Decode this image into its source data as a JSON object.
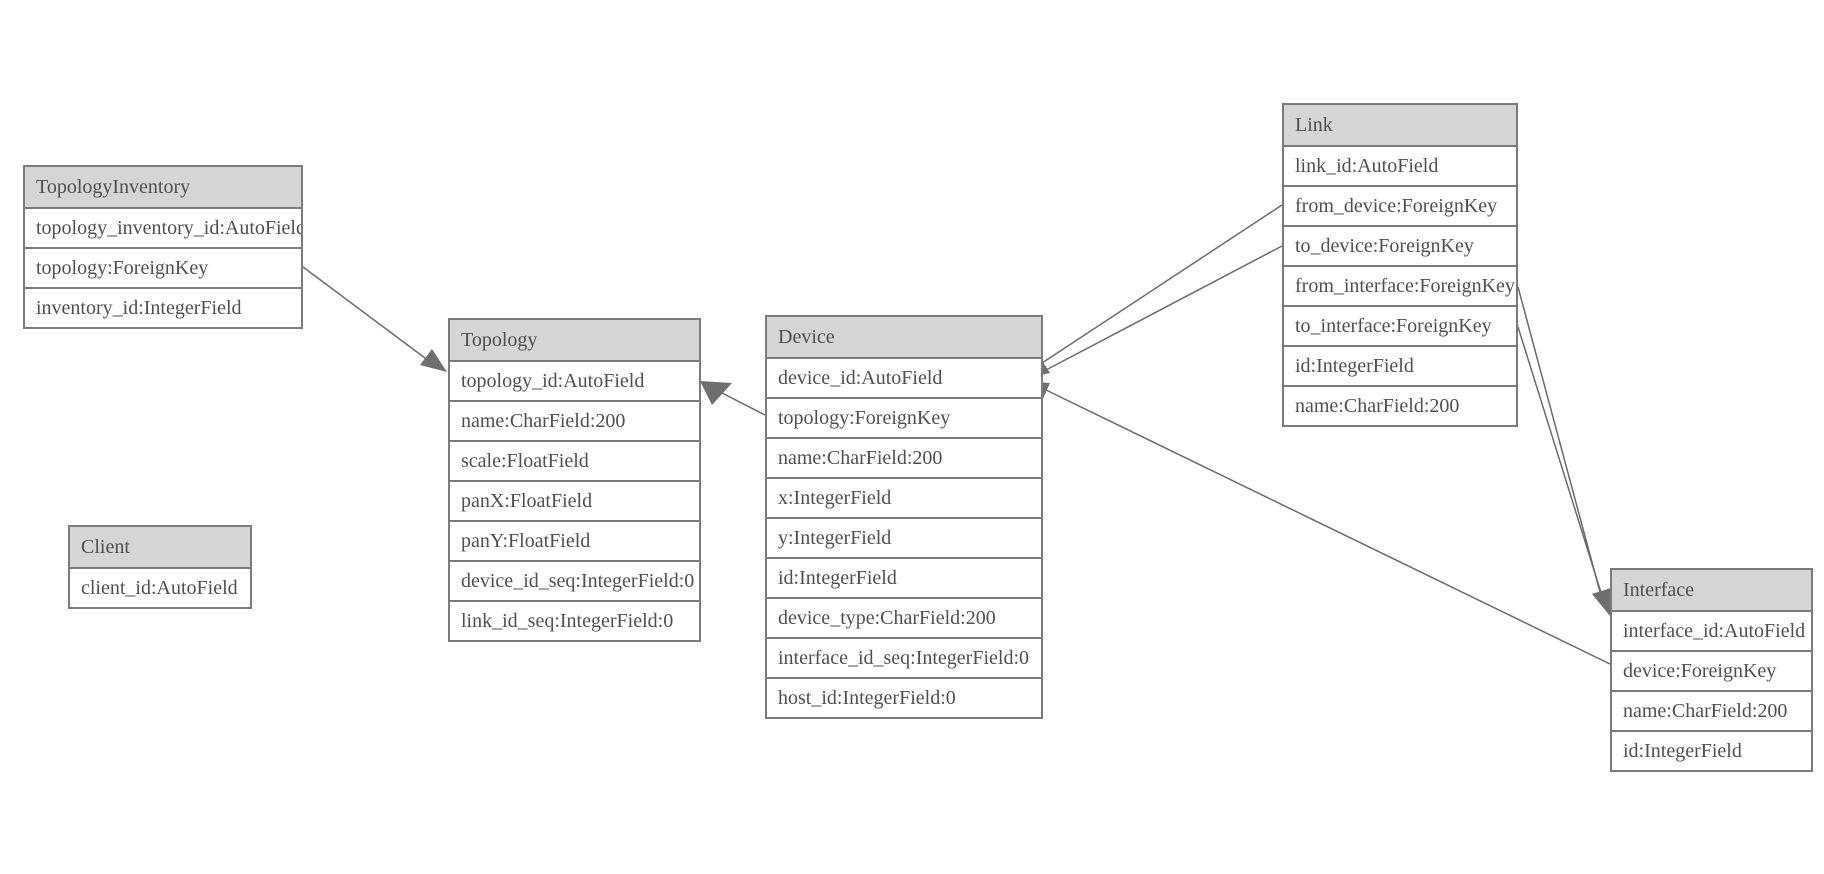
{
  "colors": {
    "background": "#ffffff",
    "header_fill": "#d5d5d5",
    "row_fill": "#ffffff",
    "border": "#7b7b7b",
    "text": "#4f4f4f",
    "edge_line": "#6a6a6a",
    "arrowhead_fill": "#6f6f6f"
  },
  "entities": [
    {
      "name": "TopologyInventory",
      "fields": [
        "topology_inventory_id:AutoField",
        "topology:ForeignKey",
        "inventory_id:IntegerField"
      ]
    },
    {
      "name": "Topology",
      "fields": [
        "topology_id:AutoField",
        "name:CharField:200",
        "scale:FloatField",
        "panX:FloatField",
        "panY:FloatField",
        "device_id_seq:IntegerField:0",
        "link_id_seq:IntegerField:0"
      ]
    },
    {
      "name": "Client",
      "fields": [
        "client_id:AutoField"
      ]
    },
    {
      "name": "Device",
      "fields": [
        "device_id:AutoField",
        "topology:ForeignKey",
        "name:CharField:200",
        "x:IntegerField",
        "y:IntegerField",
        "id:IntegerField",
        "device_type:CharField:200",
        "interface_id_seq:IntegerField:0",
        "host_id:IntegerField:0"
      ]
    },
    {
      "name": "Link",
      "fields": [
        "link_id:AutoField",
        "from_device:ForeignKey",
        "to_device:ForeignKey",
        "from_interface:ForeignKey",
        "to_interface:ForeignKey",
        "id:IntegerField",
        "name:CharField:200"
      ]
    },
    {
      "name": "Interface",
      "fields": [
        "interface_id:AutoField",
        "device:ForeignKey",
        "name:CharField:200",
        "id:IntegerField"
      ]
    }
  ],
  "relationships": [
    {
      "from": "TopologyInventory.topology",
      "to": "Topology.topology_id"
    },
    {
      "from": "Device.topology",
      "to": "Topology.topology_id"
    },
    {
      "from": "Link.from_device",
      "to": "Device.device_id"
    },
    {
      "from": "Link.to_device",
      "to": "Device.device_id"
    },
    {
      "from": "Link.from_interface",
      "to": "Interface.interface_id"
    },
    {
      "from": "Link.to_interface",
      "to": "Interface.interface_id"
    },
    {
      "from": "Interface.device",
      "to": "Device.device_id"
    }
  ]
}
